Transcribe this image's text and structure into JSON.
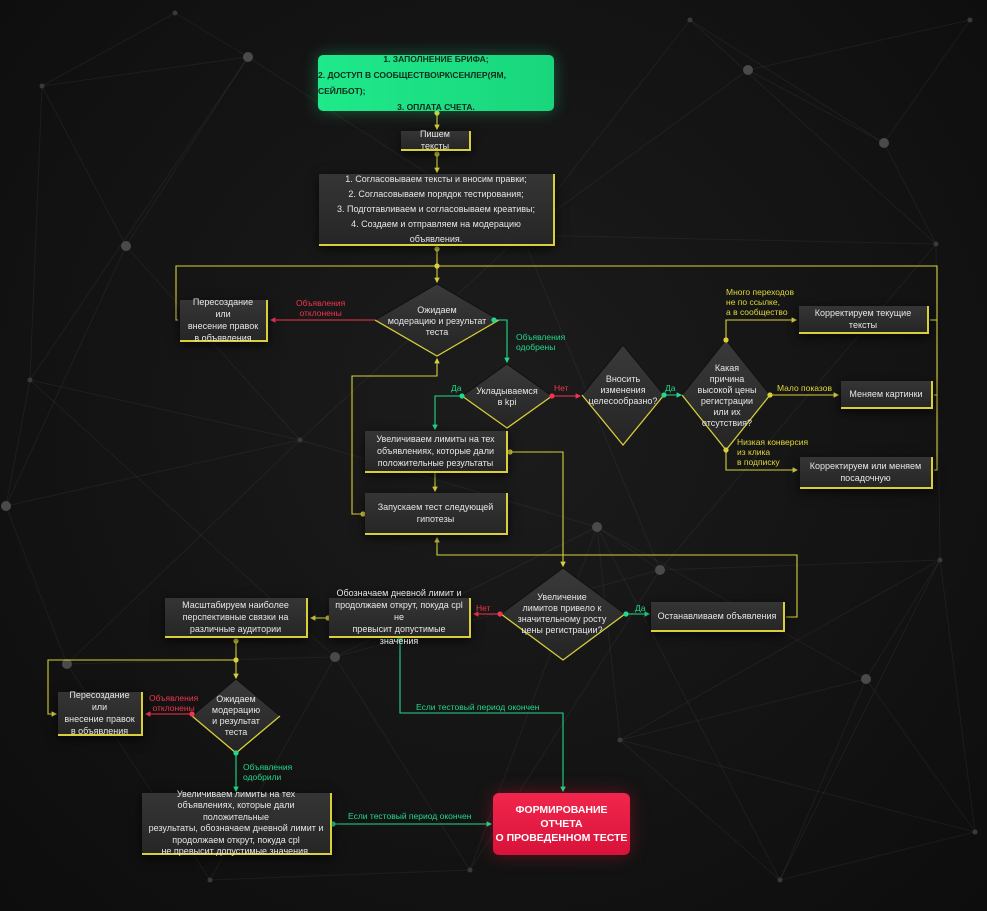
{
  "colors": {
    "yes": "#22d98a",
    "no": "#f0354f",
    "flow": "#d8cf3a",
    "start": "#1fe98a",
    "end": "#e8183c"
  },
  "start": {
    "line1": "1. ЗАПОЛНЕНИЕ БРИФА;",
    "line2": "2. ДОСТУП В СООБЩЕСТВО\\РК\\СЕНЛЕР(ЯМ, СЕЙЛБОТ);",
    "line3": "3. ОПЛАТА СЧЕТА."
  },
  "nodes": {
    "write_texts": "Пишем тексты",
    "prep_list": "1. Согласовываем тексты и вносим правки;\n2. Согласовываем порядок тестирования;\n3. Подготавливаем и согласовываем креативы;\n4. Создаем и отправляем на модерацию объявления.",
    "redo_1": "Пересоздание или\nвнесение правок\nв объявления",
    "fix_texts": "Корректируем текущие тексты",
    "change_images": "Меняем картинки",
    "fix_landing": "Корректируем или меняем\nпосадочную",
    "increase_limits": "Увеличиваем лимиты на тех\nобъявлениях, которые дали\nположительные результаты",
    "next_hypothesis": "Запускаем тест следующей\nгипотезы",
    "scale": "Масштабируем наиболее\nперспективные связки на\nразличные аудитории",
    "set_daily": "Обозначаем дневной лимит и\nпродолжаем открут, покуда cpl не\nпревысит допустимые значения",
    "stop_ads": "Останавливаем объявления",
    "redo_2": "Пересоздание или\nвнесение правок\nв объявления",
    "increase_final": "Увеличиваем лимиты на тех\nобъявлениях, которые дали положительные\nрезультаты, обозначаем дневной лимит и\nпродолжаем открут, покуда cpl\nне превысит допустимые значения."
  },
  "end": {
    "label": "ФОРМИРОВАНИЕ ОТЧЕТА\nО ПРОВЕДЕННОМ ТЕСТЕ"
  },
  "decisions": {
    "moderation_1": "Ожидаем\nмодерацию и результат\nтеста",
    "kpi": "Укладываемся\nв kpi",
    "worth_change": "Вносить\nизменения\nцелесообразно?",
    "reason": "Какая\nпричина\nвысокой цены\nрегистрации\nили их\nотсутствия?",
    "limits_growth": "Увеличение\nлимитов привело к\nзначительному росту\nцены регистрации?",
    "moderation_2": "Ожидаем\nмодерацию\nи результат\nтеста"
  },
  "labels": {
    "rejected_1": "Объявления\nотклонены",
    "approved_1": "Объявления\nодобрены",
    "yes_1": "Да",
    "no_1": "Нет",
    "yes_2": "Да",
    "many_clicks": "Много переходов\nне по ссылке,\nа в сообщество",
    "few_impressions": "Мало показов",
    "low_conversion": "Низкая конверсия\nиз клика\nв подписку",
    "no_2": "Нет",
    "yes_3": "Да",
    "test_over_1": "Если тестовый период окончен",
    "rejected_2": "Объявления\nотклонены",
    "approved_2": "Объявления\nодобрили",
    "test_over_2": "Если тестовый период окончен"
  }
}
